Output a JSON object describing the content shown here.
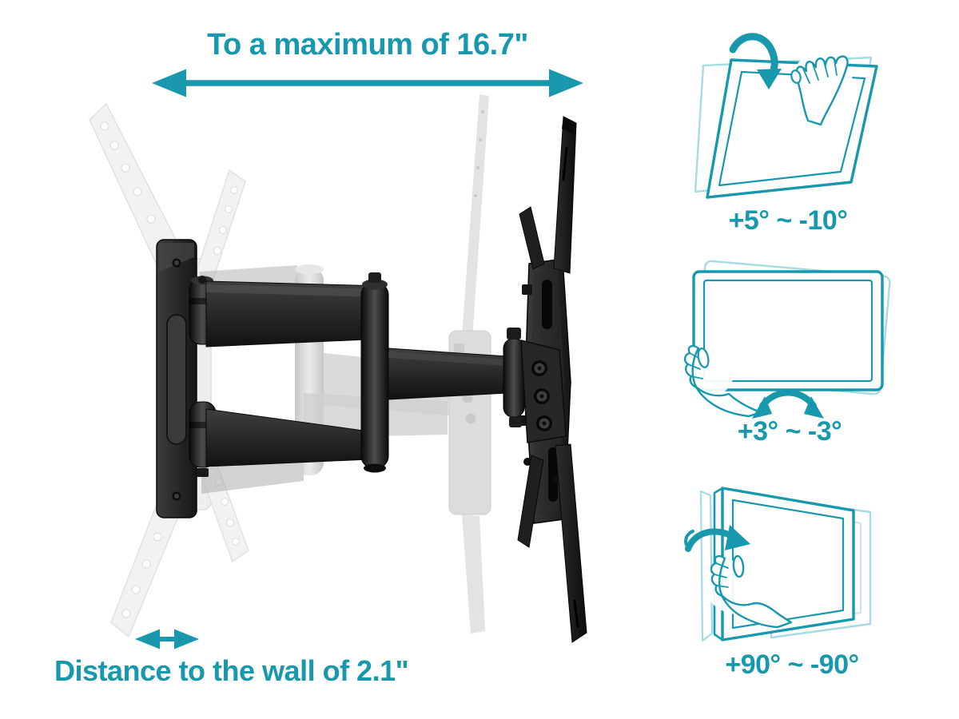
{
  "page": {
    "background": "#ffffff",
    "type": "product-feature-diagram"
  },
  "colors": {
    "accent_teal": "#1798ad",
    "accent_teal_light": "#a6dbe4",
    "mount_black": "#1c1c1c",
    "ghost_gray": "#c6c6c6",
    "white": "#ffffff"
  },
  "dimensions": {
    "max_extension": {
      "label": "To a maximum of 16.7\"",
      "icon": "horizontal-double-arrow-icon"
    },
    "wall_distance": {
      "label": "Distance to the wall of 2.1\"",
      "icon": "horizontal-double-arrow-icon"
    }
  },
  "motion_figures": [
    {
      "name": "tilt",
      "range_label": "+5° ~ -10°",
      "tv_icon": "tilted-tv-outline-icon",
      "hand_icon": "hand-icon",
      "arrow_icon": "curved-tilt-arrow-icon"
    },
    {
      "name": "level-adjustment",
      "range_label": "+3° ~ -3°",
      "tv_icon": "level-tv-outline-icon",
      "hand_icon": "hand-icon",
      "arrow_icon": "curved-rotation-arrow-icon"
    },
    {
      "name": "swivel",
      "range_label": "+90° ~ -90°",
      "tv_icon": "swiveled-tv-outline-icon",
      "hand_icon": "hand-icon",
      "arrow_icon": "curved-swivel-arrow-icon"
    }
  ],
  "mount_parts": {
    "wall_plate": "wall-plate",
    "arm": "articulating-arm",
    "tv_bracket": "vesa-tv-bracket",
    "ghosts": "motion-range-ghost-positions"
  }
}
